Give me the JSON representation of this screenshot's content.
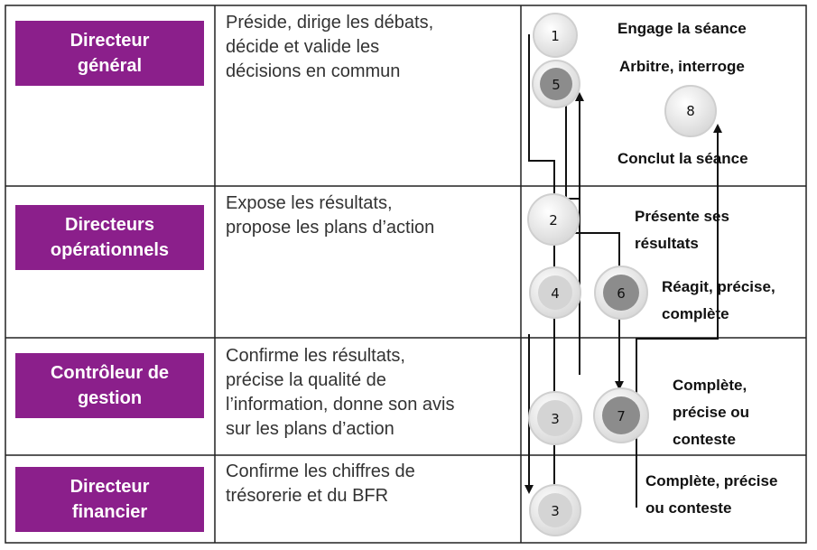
{
  "rows": [
    {
      "role": "Directeur général",
      "role_lines": [
        "Directeur",
        "général"
      ],
      "description": [
        "Préside, dirige les débats,",
        "décide et valide les",
        "décisions en commun"
      ]
    },
    {
      "role": "Directeurs opérationnels",
      "role_lines": [
        "Directeurs",
        "opérationnels"
      ],
      "description": [
        "Expose les résultats,",
        "propose les plans d’action"
      ]
    },
    {
      "role": "Contrôleur de gestion",
      "role_lines": [
        "Contrôleur de",
        "gestion"
      ],
      "description": [
        "Confirme les résultats,",
        "précise la qualité de",
        "l’information, donne son avis",
        "sur les plans d’action"
      ]
    },
    {
      "role": "Directeur financier",
      "role_lines": [
        "Directeur",
        "financier"
      ],
      "description": [
        "Confirme les chiffres de",
        "trésorerie et du BFR"
      ]
    }
  ],
  "steps": [
    {
      "number": "1",
      "label": [
        "Engage la séance"
      ]
    },
    {
      "number": "5",
      "label": [
        "Arbitre, interroge"
      ]
    },
    {
      "number": "8",
      "label": [
        "Conclut la séance"
      ]
    },
    {
      "number": "2",
      "label": [
        "Présente ses",
        "résultats"
      ]
    },
    {
      "number": "4",
      "label": []
    },
    {
      "number": "6",
      "label": [
        "Réagit, précise,",
        "complète"
      ]
    },
    {
      "number": "3",
      "label": []
    },
    {
      "number": "7",
      "label": [
        "Complète,",
        "précise ou",
        "conteste"
      ]
    },
    {
      "number": "3",
      "label": [
        "Complète, précise",
        "ou conteste"
      ]
    }
  ],
  "colors": {
    "role_box": "#8b1f8b",
    "bead_light": "#e6e6e6",
    "bead_dark": "#8c8c8c",
    "grid_line": "#222222"
  }
}
